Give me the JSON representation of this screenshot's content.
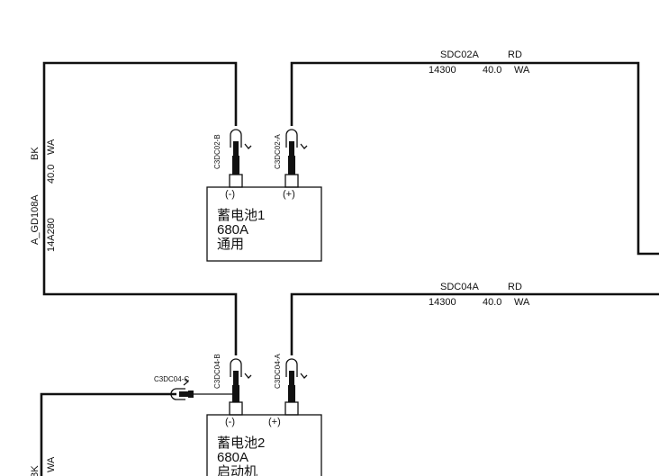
{
  "wires": {
    "top_right": {
      "id": "SDC02A",
      "color": "RD",
      "code": "14300",
      "size": "40.0",
      "suffix": "WA"
    },
    "mid_right": {
      "id": "SDC04A",
      "color": "RD",
      "code": "14300",
      "size": "40.0",
      "suffix": "WA"
    },
    "left_vertical": {
      "id": "A_GD108A",
      "color": "BK",
      "code": "14A280",
      "size": "40.0",
      "suffix": "WA"
    },
    "bottom_left": {
      "color": "BK",
      "suffix": "WA"
    }
  },
  "connectors": {
    "c1_neg": "C3DC02-B",
    "c1_pos": "C3DC02-A",
    "c2_neg": "C3DC04-B",
    "c2_pos": "C3DC04-A",
    "c2_ground": "C3DC04-C"
  },
  "batteries": [
    {
      "neg": "(-)",
      "pos": "(+)",
      "name": "蓄电池1",
      "capacity": "680A",
      "type": "通用"
    },
    {
      "neg": "(-)",
      "pos": "(+)",
      "name": "蓄电池2",
      "capacity": "680A",
      "type": "启动机"
    }
  ]
}
